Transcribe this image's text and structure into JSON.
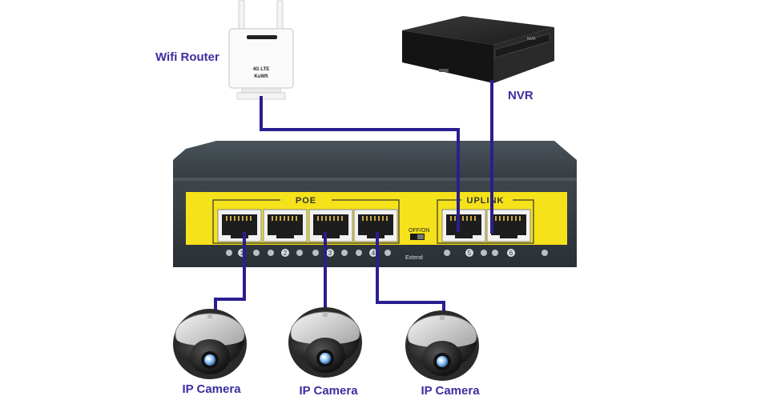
{
  "labels": {
    "router": "Wifi Router",
    "nvr": "NVR",
    "camera1": "IP Camera",
    "camera2": "IP Camera",
    "camera3": "IP Camera"
  },
  "switch": {
    "poe_group": "POE",
    "uplink_group": "UPLINK",
    "switch_label": "OFF/ON",
    "extend_label": "Extend",
    "port_numbers": [
      "1",
      "2",
      "3",
      "4",
      "5",
      "6"
    ]
  },
  "router_brand": {
    "top": "4G LTE",
    "name": "KuWfi"
  },
  "nvr_badge": "NVR",
  "colors": {
    "cable": "#2a1f8f",
    "label": "#3b2fa0",
    "switch_body": "#3b4248",
    "switch_panel": "#f5e21a"
  }
}
